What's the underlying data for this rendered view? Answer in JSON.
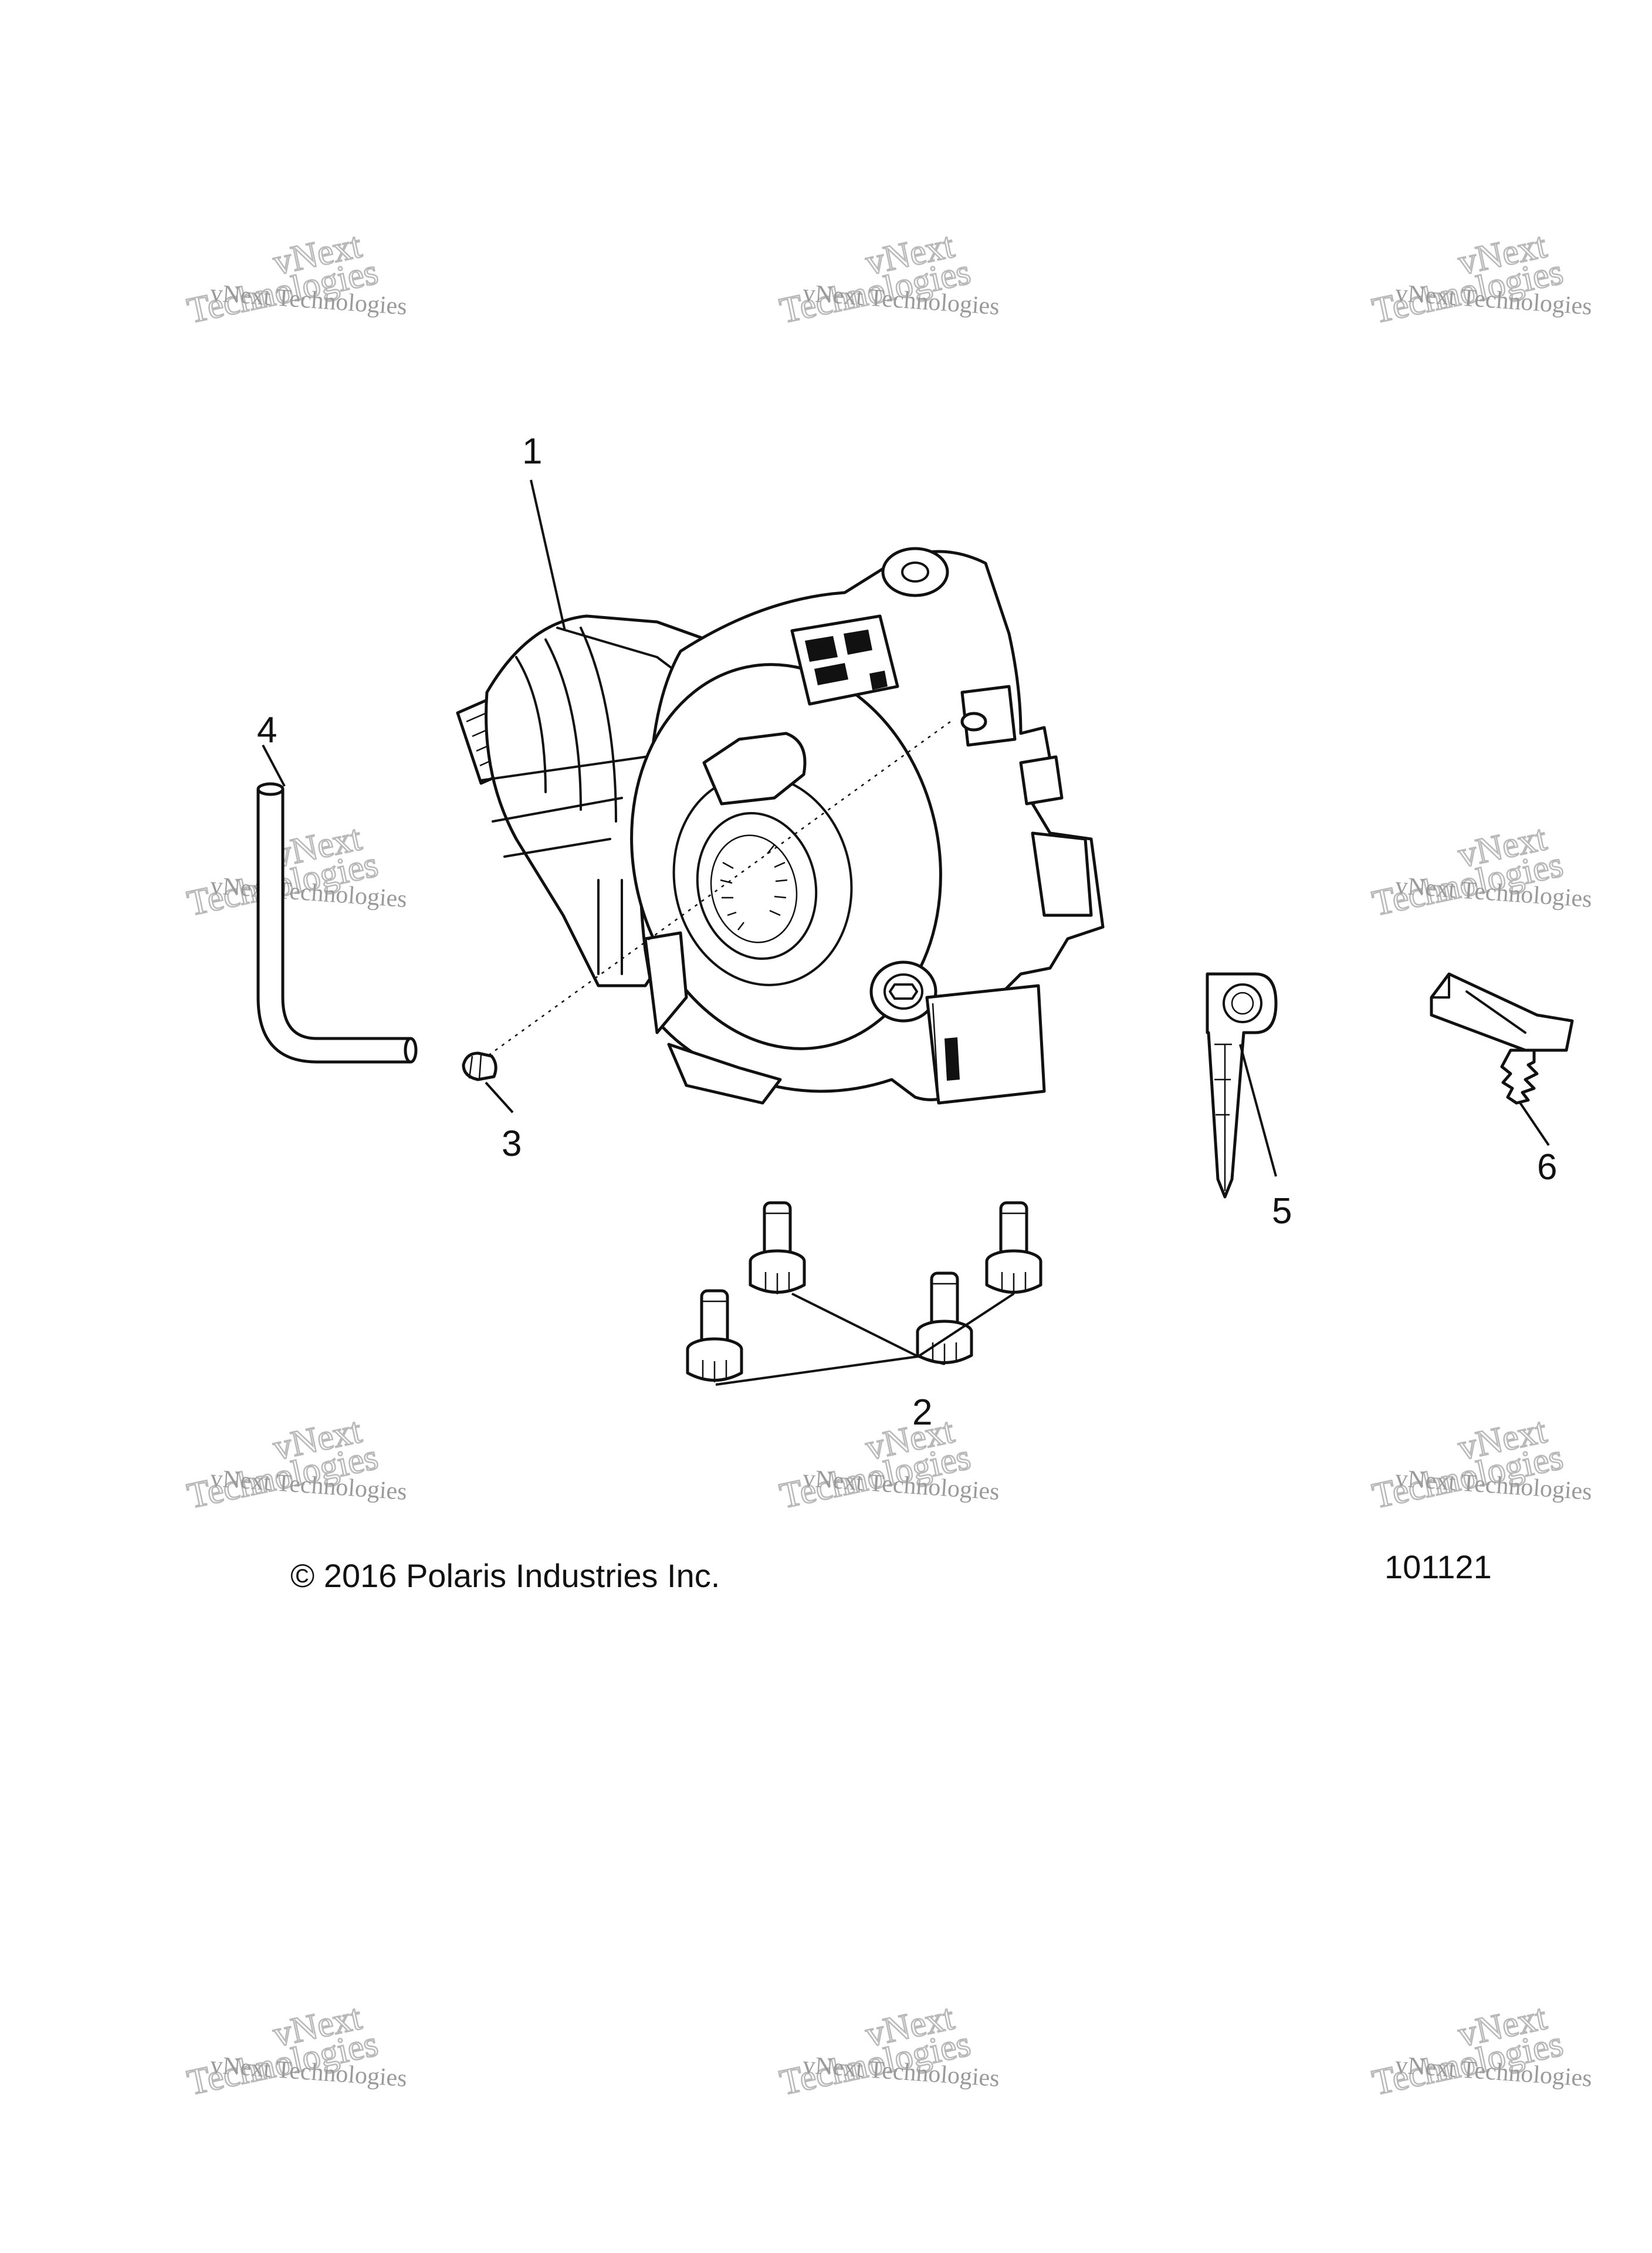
{
  "callouts": {
    "c1": "1",
    "c2": "2",
    "c3": "3",
    "c4": "4",
    "c5": "5",
    "c6": "6"
  },
  "footer": {
    "copyright": "© 2016 Polaris Industries Inc.",
    "figure_number": "101121"
  },
  "watermark": {
    "line1": "vNext Technologies",
    "line2": "Technologies",
    "line3": "vNext"
  },
  "icons": {
    "front_gearcase": "gearcase-assembly-icon",
    "bolts": "flange-bolt-icon",
    "plug": "plug-icon",
    "vent_hose": "vent-hose-icon",
    "connector": "connector-icon",
    "clip": "push-clip-icon"
  }
}
